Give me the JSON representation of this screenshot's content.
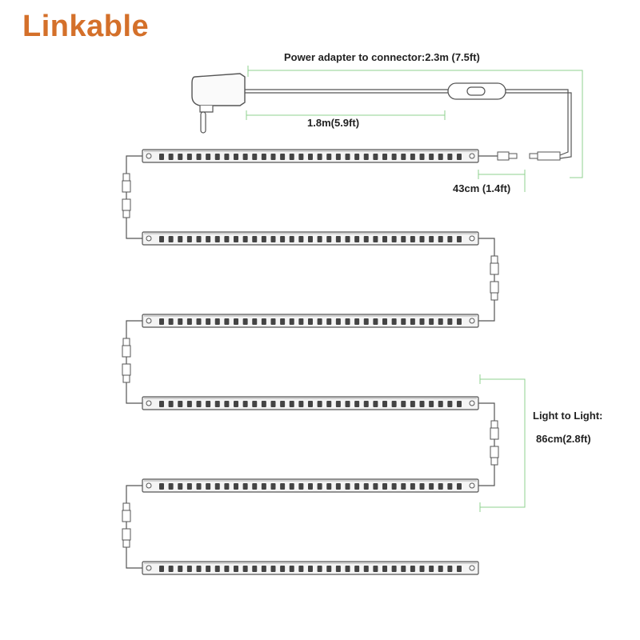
{
  "title": "Linkable",
  "labels": {
    "power_adapter": "Power adapter to connector:2.3m (7.5ft)",
    "adapter_cable": "1.8m(5.9ft)",
    "connector_cable": "43cm (1.4ft)",
    "light_to_light_1": "Light to Light:",
    "light_to_light_2": "86cm(2.8ft)"
  },
  "strips": {
    "count": 6,
    "leds_per_strip": 33
  },
  "colors": {
    "title": "#d4702a",
    "dimension_line": "#8fd08f",
    "outline": "#555555",
    "led": "#444444"
  }
}
